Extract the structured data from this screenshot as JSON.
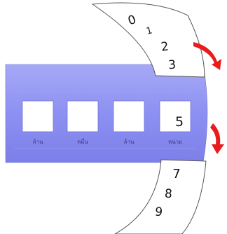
{
  "colors": {
    "band": "#8d90f2",
    "band_top": "#a6a9f6",
    "band_bottom": "#7c7fe8",
    "strip": "#ffffff",
    "arrow": "#e81c1c",
    "window": "#ffffff"
  },
  "upper_strip_digits": [
    "0",
    "1",
    "2",
    "3"
  ],
  "lower_strip_digits": [
    "7",
    "8",
    "9"
  ],
  "windows": [
    {
      "value": "",
      "label": "ล้าน"
    },
    {
      "value": "",
      "label": "หมื่น"
    },
    {
      "value": "",
      "label": "ล้าน"
    },
    {
      "value": "5",
      "label": "หน่วย"
    }
  ],
  "icons": [
    "rotate-down-arrow-icon",
    "rotate-down-arrow-icon"
  ]
}
